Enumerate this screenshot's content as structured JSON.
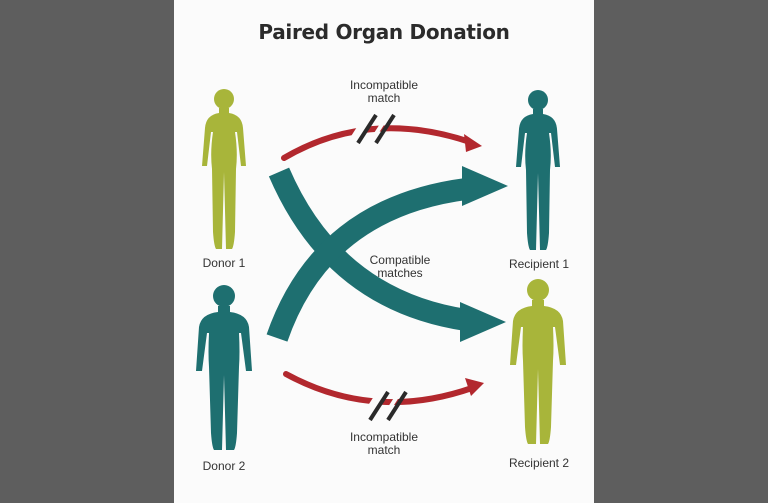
{
  "title": "Paired Organ Donation",
  "labels": {
    "donor_1": "Donor 1",
    "donor_2": "Donor 2",
    "recipient_1": "Recipient 1",
    "recipient_2": "Recipient 2",
    "incompatible_top_line1": "Incompatible",
    "incompatible_top_line2": "match",
    "incompatible_bottom_line1": "Incompatible",
    "incompatible_bottom_line2": "match",
    "compatible_line1": "Compatible",
    "compatible_line2": "matches"
  },
  "colors": {
    "frame_gray": "#5e5e5e",
    "panel_white": "#fbfbfb",
    "lime_green": "#a8b53a",
    "teal": "#1e6f70",
    "incompatible_red": "#b2282e",
    "text": "#333333"
  }
}
